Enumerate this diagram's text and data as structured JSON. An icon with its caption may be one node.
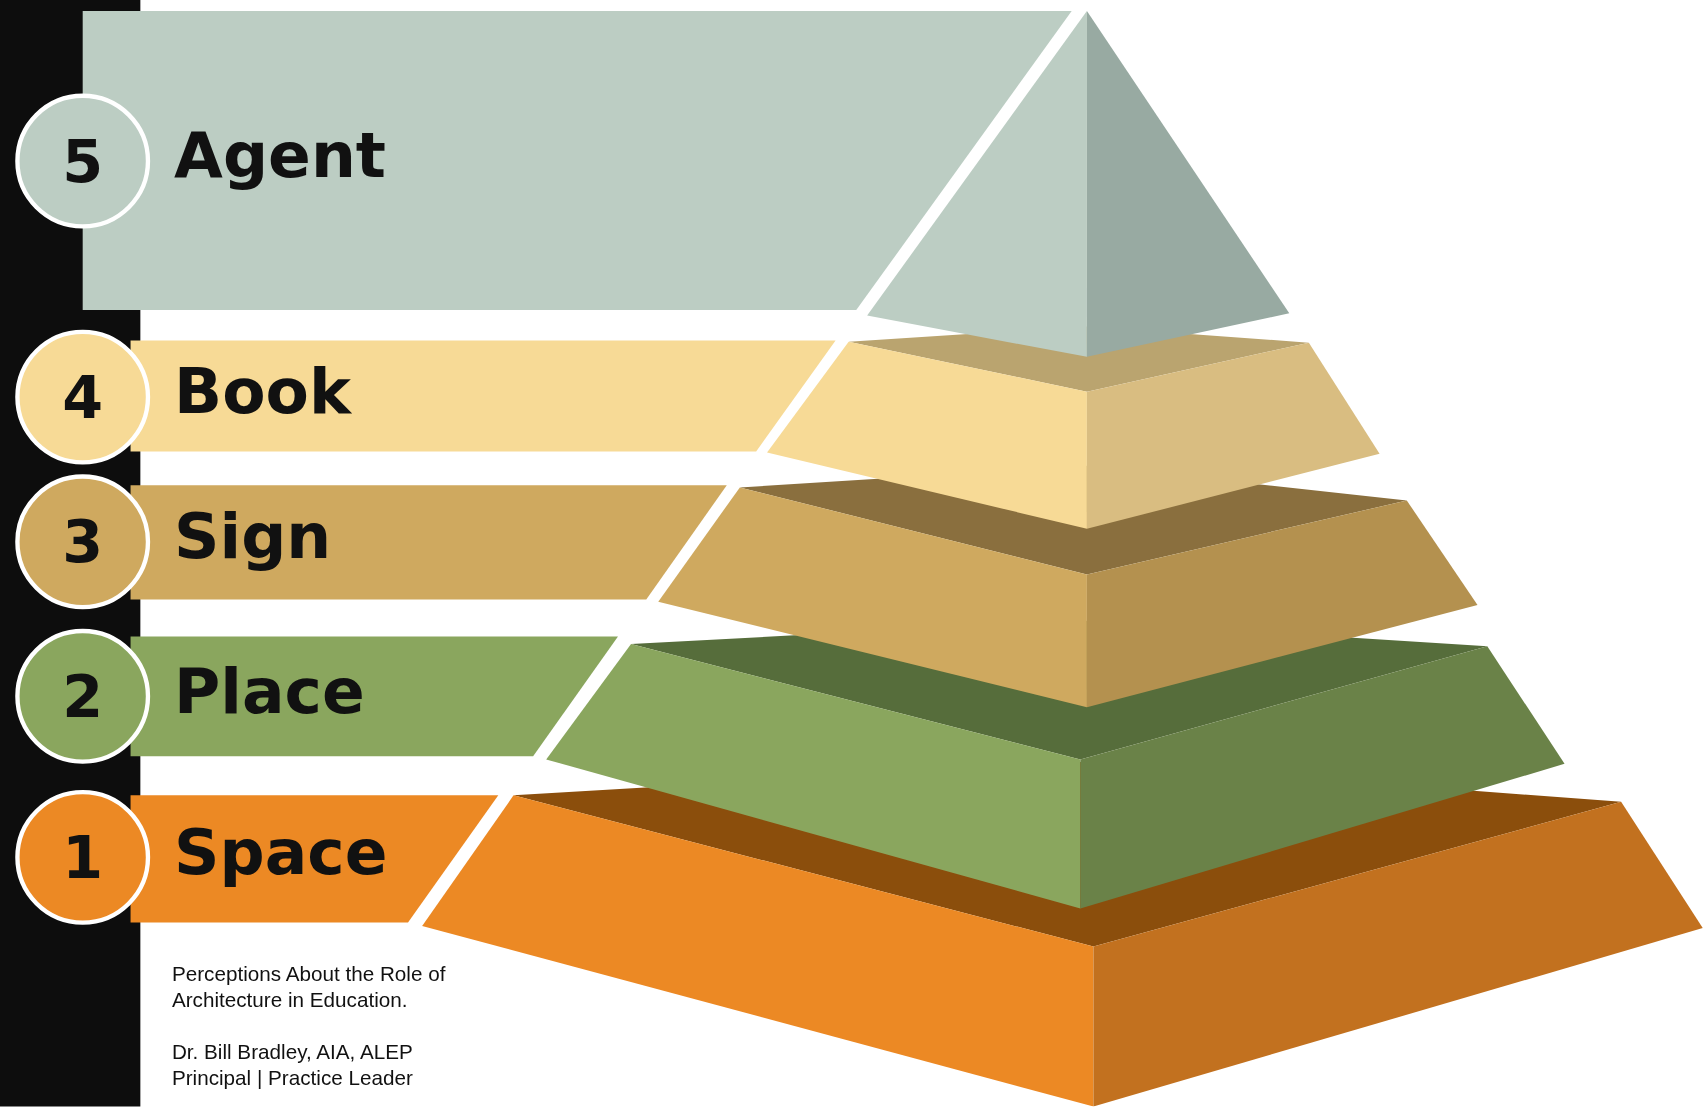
{
  "diagram": {
    "nodes": [
      {
        "text": [
          "5",
          "Agent"
        ]
      },
      {
        "text": [
          "4",
          "Book"
        ]
      },
      {
        "text": [
          "3",
          "Sign"
        ]
      },
      {
        "text": [
          "2",
          "Place"
        ]
      },
      {
        "text": [
          "1",
          "Space"
        ]
      }
    ],
    "labels": [
      "Perceptions About the Role of Architecture in Education.",
      "Dr. Bill Bradley, AIA, ALEP",
      "Principal | Practice Leader"
    ]
  }
}
